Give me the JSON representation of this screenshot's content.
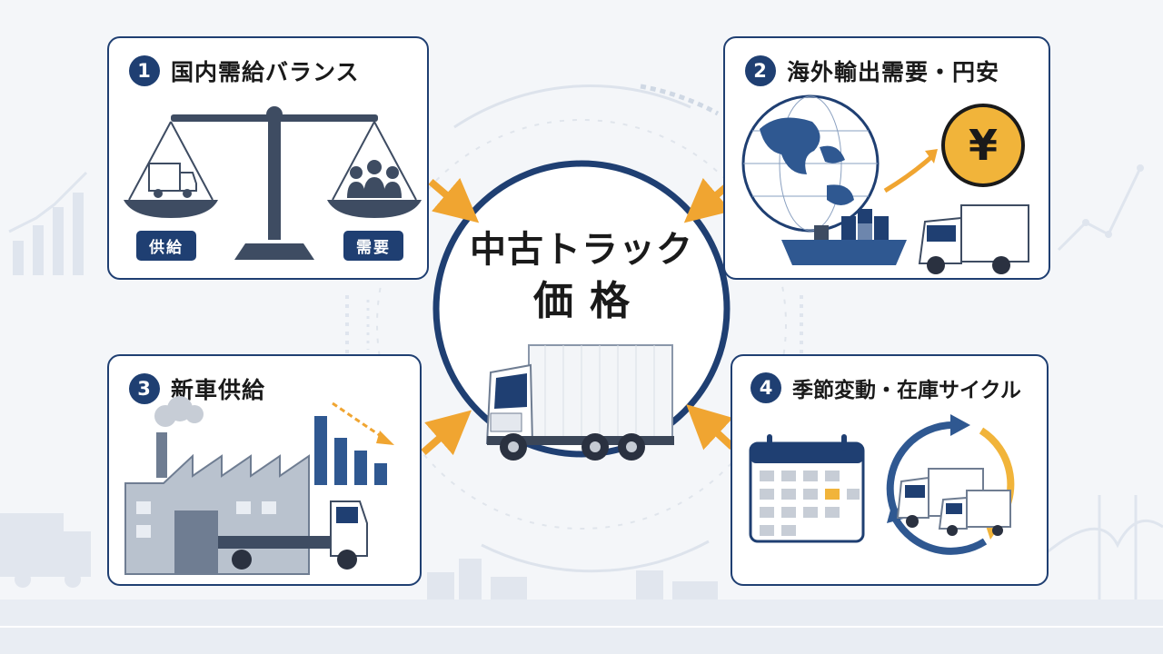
{
  "center": {
    "title_line1": "中古トラック",
    "title_line2": "価格"
  },
  "factors": [
    {
      "num": "1",
      "title": "国内需給バランス",
      "labels": [
        "供給",
        "需要"
      ]
    },
    {
      "num": "2",
      "title": "海外輸出需要・円安",
      "currency_symbol": "¥"
    },
    {
      "num": "3",
      "title": "新車供給"
    },
    {
      "num": "4",
      "title": "季節変動・在庫サイクル"
    }
  ],
  "colors": {
    "navy": "#1f3f72",
    "arrow": "#f0a531",
    "gold": "#f1b43a",
    "panel_bg": "#ffffff",
    "page_bg": "#f4f6f9"
  },
  "icons": [
    "balance-scale-icon",
    "truck-icon",
    "people-icon",
    "globe-icon",
    "yen-coin-icon",
    "cargo-ship-icon",
    "factory-icon",
    "declining-bar-chart-icon",
    "calendar-icon",
    "cycle-arrows-icon"
  ]
}
